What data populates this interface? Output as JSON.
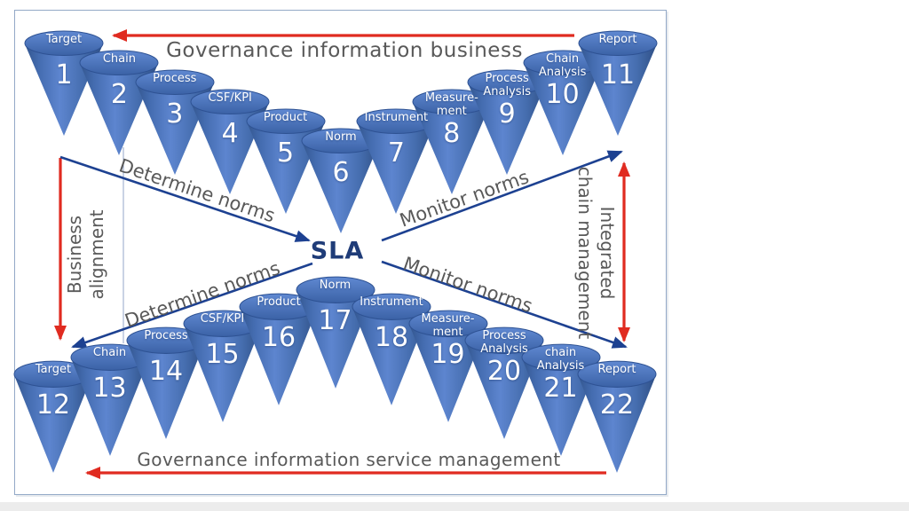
{
  "titles": {
    "top": "Governance information business",
    "bottom": "Governance information service management"
  },
  "center_label": "SLA",
  "flow_labels": {
    "determine_norms_top": "Determine norms",
    "determine_norms_bottom": "Determine norms",
    "monitor_norms_top": "Monitor norms",
    "monitor_norms_bottom": "Monitor norms"
  },
  "side_labels": {
    "left": "Business\nalignment",
    "right": "Integrated\nchain management"
  },
  "cones_top": [
    {
      "label": "Target",
      "number": "1"
    },
    {
      "label": "Chain",
      "number": "2"
    },
    {
      "label": "Process",
      "number": "3"
    },
    {
      "label": "CSF/KPI",
      "number": "4"
    },
    {
      "label": "Product",
      "number": "5"
    },
    {
      "label": "Norm",
      "number": "6"
    },
    {
      "label": "Instrument",
      "number": "7"
    },
    {
      "label": "Measure-\nment",
      "number": "8"
    },
    {
      "label": "Process\nAnalysis",
      "number": "9"
    },
    {
      "label": "Chain\nAnalysis",
      "number": "10"
    },
    {
      "label": "Report",
      "number": "11"
    }
  ],
  "cones_bottom": [
    {
      "label": "Target",
      "number": "12"
    },
    {
      "label": "Chain",
      "number": "13"
    },
    {
      "label": "Process",
      "number": "14"
    },
    {
      "label": "CSF/KPI",
      "number": "15"
    },
    {
      "label": "Product",
      "number": "16"
    },
    {
      "label": "Norm",
      "number": "17"
    },
    {
      "label": "Instrument",
      "number": "18"
    },
    {
      "label": "Measure-\nment",
      "number": "19"
    },
    {
      "label": "Process\nAnalysis",
      "number": "20"
    },
    {
      "label": "chain\nAnalysis",
      "number": "21"
    },
    {
      "label": "Report",
      "number": "22"
    }
  ],
  "colors": {
    "cone_blue": "#4472c4",
    "arrow_blue": "#1d4191",
    "arrow_red": "#e02b20",
    "text_gray": "#595959",
    "sla_navy": "#1f3c78",
    "frame_border": "#93a9c7"
  }
}
